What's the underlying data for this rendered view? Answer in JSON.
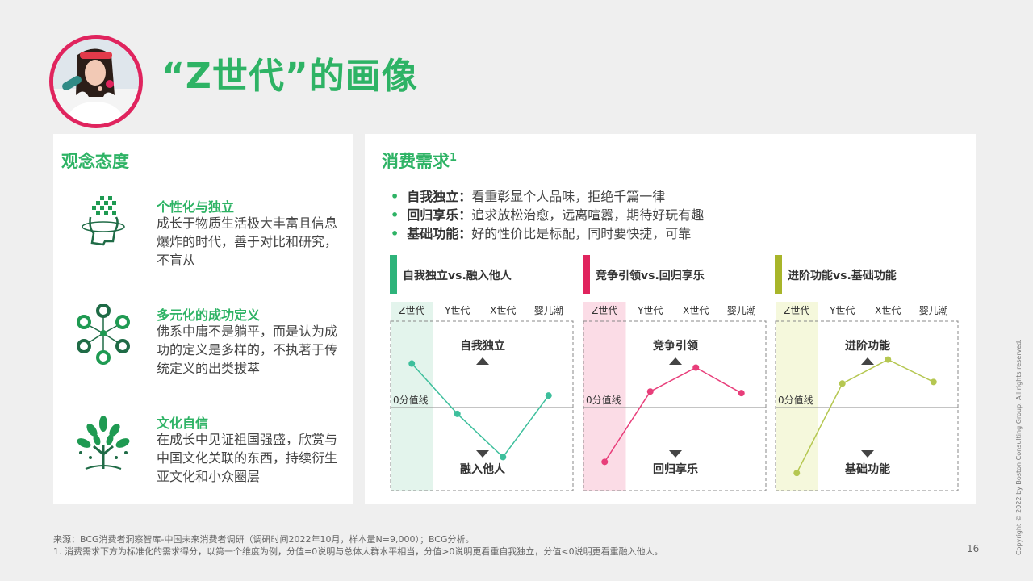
{
  "header": {
    "title": "“Z世代”的画像"
  },
  "attitudes": {
    "heading": "观念态度",
    "items": [
      {
        "icon": "pixel-head-icon",
        "title": "个性化与独立",
        "body": "成长于物质生活极大丰富且信息爆炸的时代，善于对比和研究，不盲从"
      },
      {
        "icon": "network-people-icon",
        "title": "多元化的成功定义",
        "body": "佛系中庸不是躺平，而是认为成功的定义是多样的，不执著于传统定义的出类拔萃"
      },
      {
        "icon": "tree-icon",
        "title": "文化自信",
        "body": "在成长中见证祖国强盛，欣赏与中国文化关联的东西，持续衍生亚文化和小众圈层"
      }
    ]
  },
  "needs": {
    "heading": "消费需求",
    "heading_sup": "1",
    "bullets": [
      {
        "label": "自我独立：",
        "text": "看重彰显个人品味，拒绝千篇一律"
      },
      {
        "label": "回归享乐：",
        "text": "追求放松治愈，远离喧嚣，期待好玩有趣"
      },
      {
        "label": "基础功能：",
        "text": "好的性价比是标配，同时要快捷，可靠"
      }
    ]
  },
  "chart_data": [
    {
      "type": "line",
      "title": "自我独立vs.融入他人",
      "color": "#3dbf9c",
      "highlight_color": "#e3f4ec",
      "categories": [
        "Z世代",
        "Y世代",
        "X世代",
        "婴儿潮"
      ],
      "values": [
        0.55,
        -0.08,
        -0.62,
        0.15
      ],
      "top_label": "自我独立",
      "bottom_label": "融入他人",
      "zero_label": "0分值线",
      "ylim": [
        -1,
        1
      ]
    },
    {
      "type": "line",
      "title": "竞争引领vs.回归享乐",
      "color": "#e83e7a",
      "highlight_color": "#fbdce6",
      "categories": [
        "Z世代",
        "Y世代",
        "X世代",
        "婴儿潮"
      ],
      "values": [
        -0.68,
        0.2,
        0.5,
        0.18
      ],
      "top_label": "竞争引领",
      "bottom_label": "回归享乐",
      "zero_label": "0分值线",
      "ylim": [
        -1,
        1
      ]
    },
    {
      "type": "line",
      "title": "进阶功能vs.基础功能",
      "color": "#b5c751",
      "highlight_color": "#f5f8dc",
      "categories": [
        "Z世代",
        "Y世代",
        "X世代",
        "婴儿潮"
      ],
      "values": [
        -0.82,
        0.3,
        0.6,
        0.32
      ],
      "top_label": "进阶功能",
      "bottom_label": "基础功能",
      "zero_label": "0分值线",
      "ylim": [
        -1,
        1
      ]
    }
  ],
  "chart_accents": [
    "#2eb37a",
    "#e0245e",
    "#a8b52a"
  ],
  "footer": {
    "source": "来源：BCG消费者洞察智库-中国未来消费者调研（调研时间2022年10月，样本量N=9,000）；BCG分析。",
    "note": "1. 消费需求下方为标准化的需求得分，以第一个维度为例，分值=0说明与总体人群水平相当，分值>0说明更看重自我独立，分值<0说明更看重融入他人。"
  },
  "page_number": "16",
  "copyright": "Copyright © 2022 by Boston Consulting Group. All rights reserved."
}
